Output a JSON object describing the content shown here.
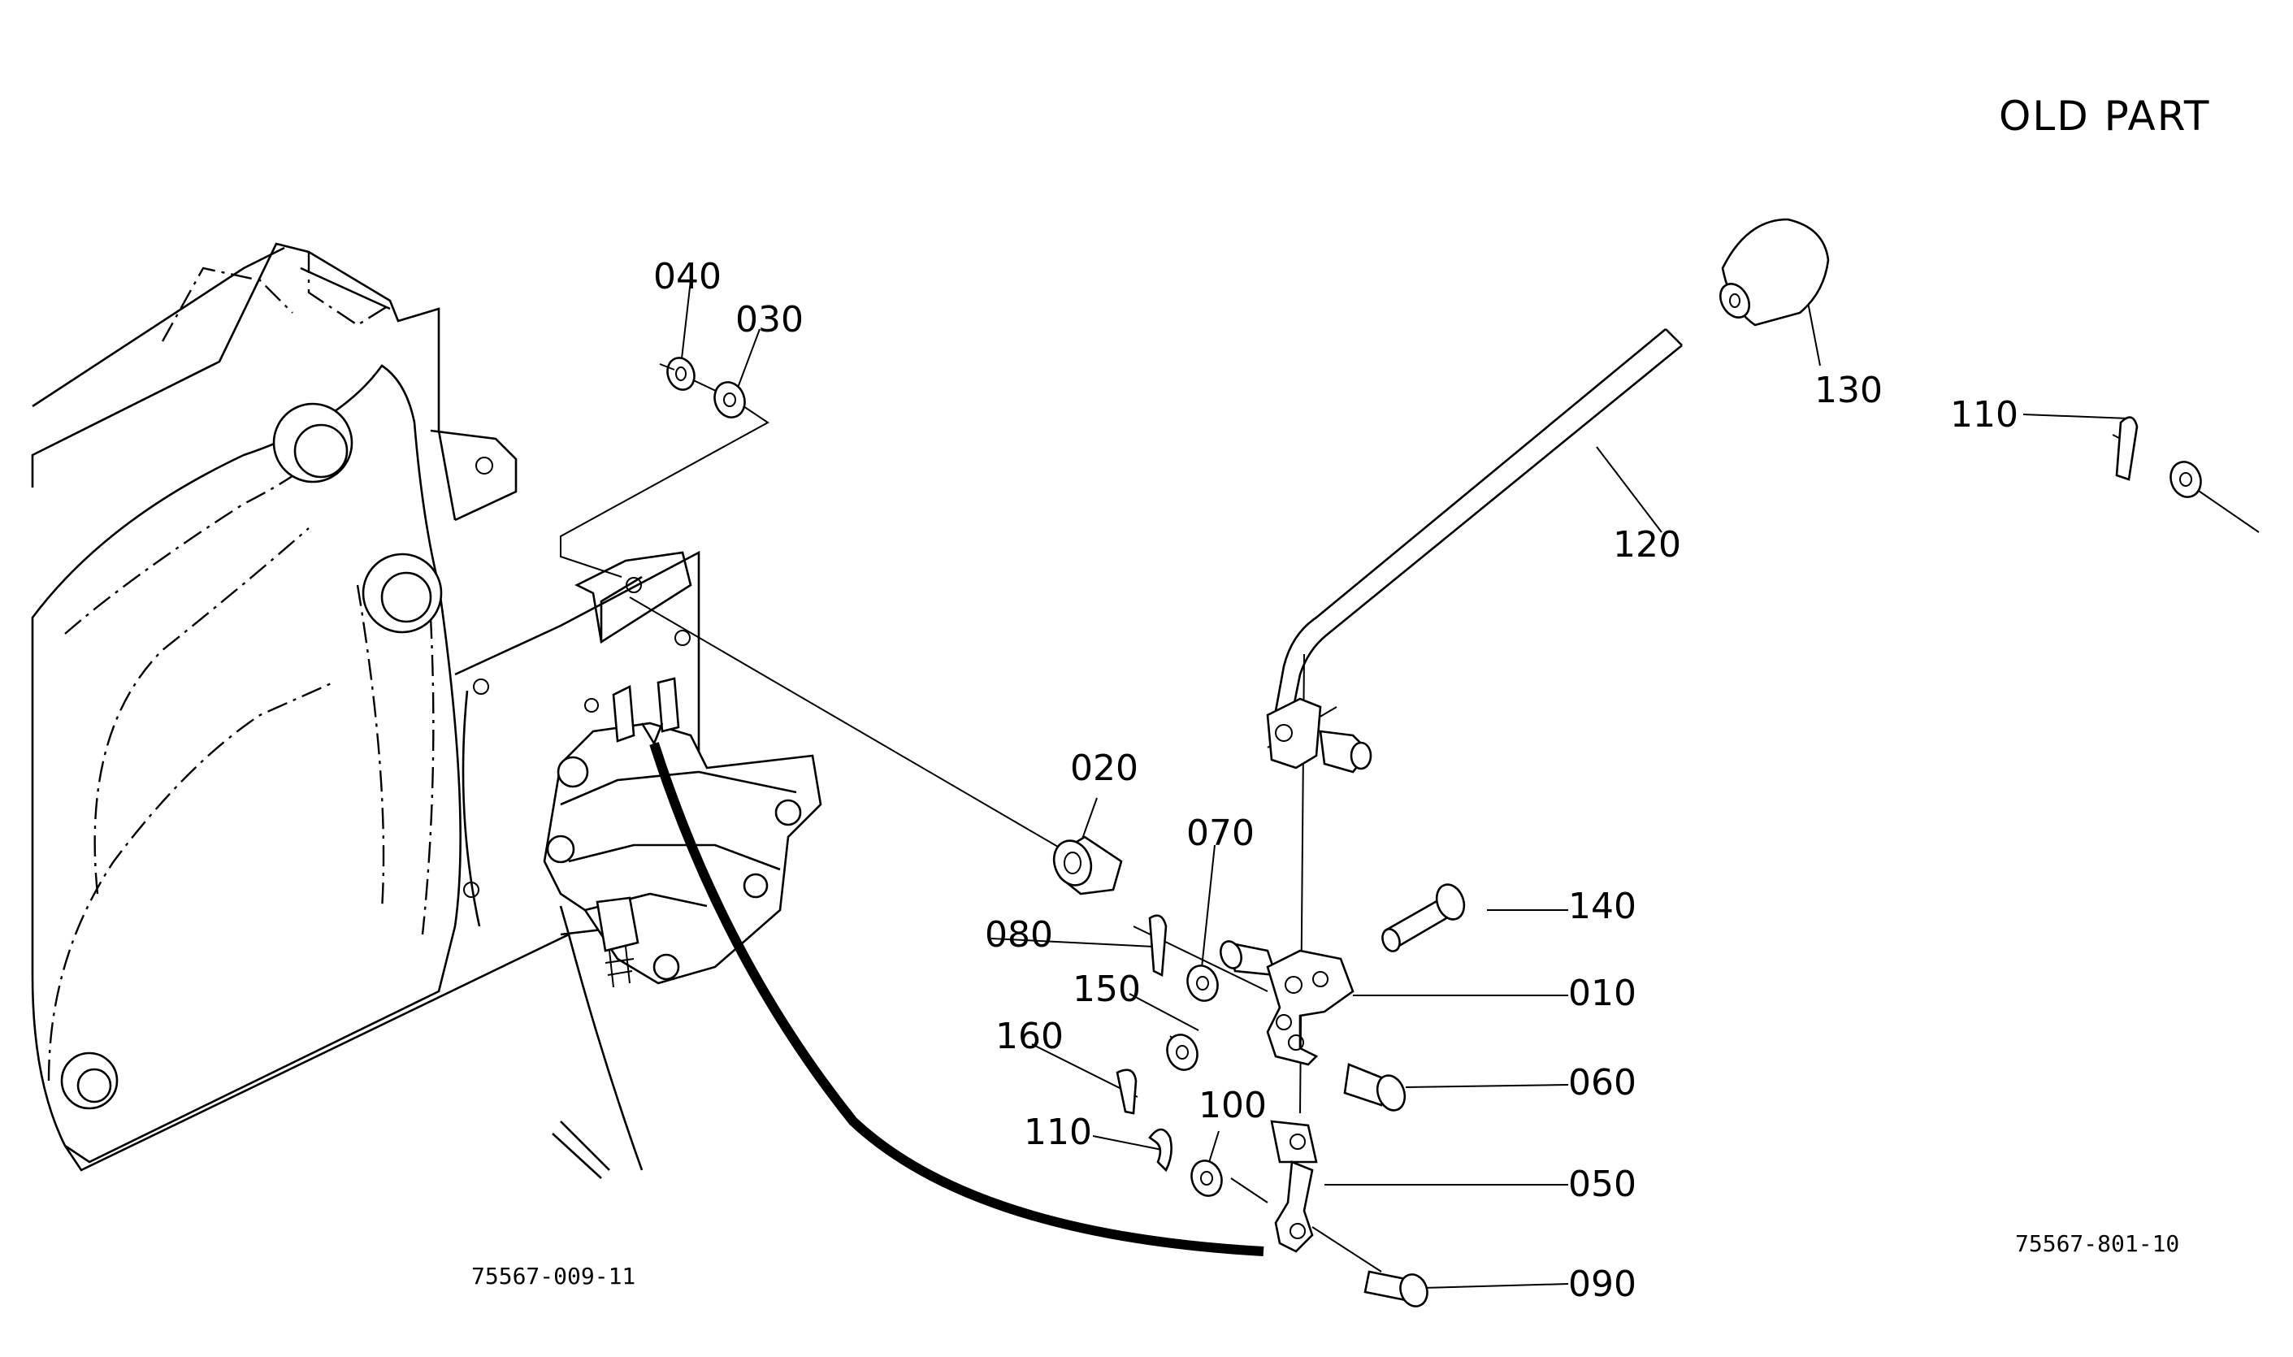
{
  "title": "OLD PART",
  "drawing_refs": {
    "left": "75567-009-11",
    "right": "75567-801-10"
  },
  "callouts": [
    {
      "id": "c040",
      "label": "040"
    },
    {
      "id": "c030",
      "label": "030"
    },
    {
      "id": "c130",
      "label": "130"
    },
    {
      "id": "c110a",
      "label": "110"
    },
    {
      "id": "c120",
      "label": "120"
    },
    {
      "id": "c020",
      "label": "020"
    },
    {
      "id": "c070",
      "label": "070"
    },
    {
      "id": "c140",
      "label": "140"
    },
    {
      "id": "c080",
      "label": "080"
    },
    {
      "id": "c010",
      "label": "010"
    },
    {
      "id": "c150",
      "label": "150"
    },
    {
      "id": "c160",
      "label": "160"
    },
    {
      "id": "c060",
      "label": "060"
    },
    {
      "id": "c100",
      "label": "100"
    },
    {
      "id": "c110b",
      "label": "110"
    },
    {
      "id": "c050",
      "label": "050"
    },
    {
      "id": "c090",
      "label": "090"
    }
  ]
}
